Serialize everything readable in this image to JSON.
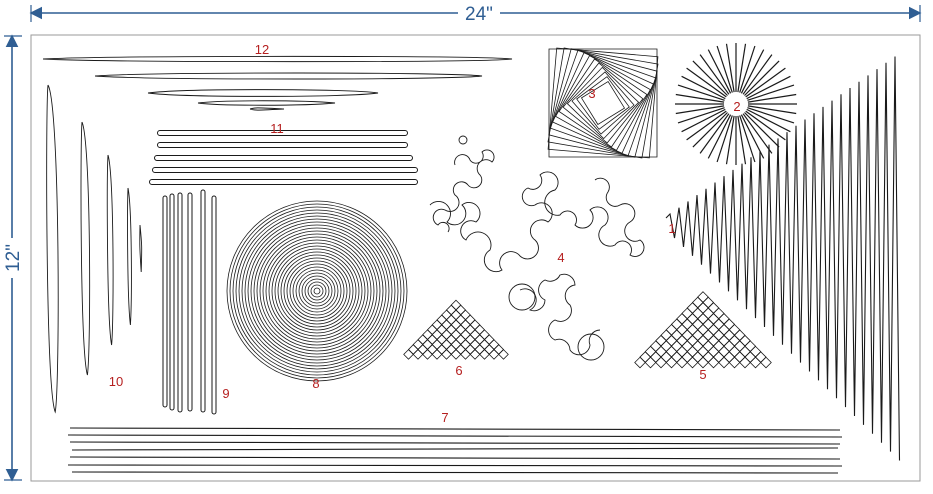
{
  "dimensions": {
    "width_label": "24\"",
    "height_label": "12\""
  },
  "patterns": [
    {
      "id": "1",
      "label": "1",
      "description_icon": "zigzag-pattern"
    },
    {
      "id": "2",
      "label": "2",
      "description_icon": "starburst-pattern"
    },
    {
      "id": "3",
      "label": "3",
      "description_icon": "rotating-squares-pattern"
    },
    {
      "id": "4",
      "label": "4",
      "description_icon": "meander-pattern"
    },
    {
      "id": "5",
      "label": "5",
      "description_icon": "diamond-grid-pattern"
    },
    {
      "id": "6",
      "label": "6",
      "description_icon": "diamond-grid-pattern"
    },
    {
      "id": "7",
      "label": "7",
      "description_icon": "horizontal-lines-pattern"
    },
    {
      "id": "8",
      "label": "8",
      "description_icon": "concentric-circles-pattern"
    },
    {
      "id": "9",
      "label": "9",
      "description_icon": "vertical-hairpins-pattern"
    },
    {
      "id": "10",
      "label": "10",
      "description_icon": "vertical-loops-pattern"
    },
    {
      "id": "11",
      "label": "11",
      "description_icon": "horizontal-hairpins-pattern"
    },
    {
      "id": "12",
      "label": "12",
      "description_icon": "horizontal-loops-pattern"
    }
  ],
  "colors": {
    "dimension": "#2f5e93",
    "label": "#b51f1f",
    "stroke": "#1a1a1a",
    "border": "#9a9a9a"
  }
}
